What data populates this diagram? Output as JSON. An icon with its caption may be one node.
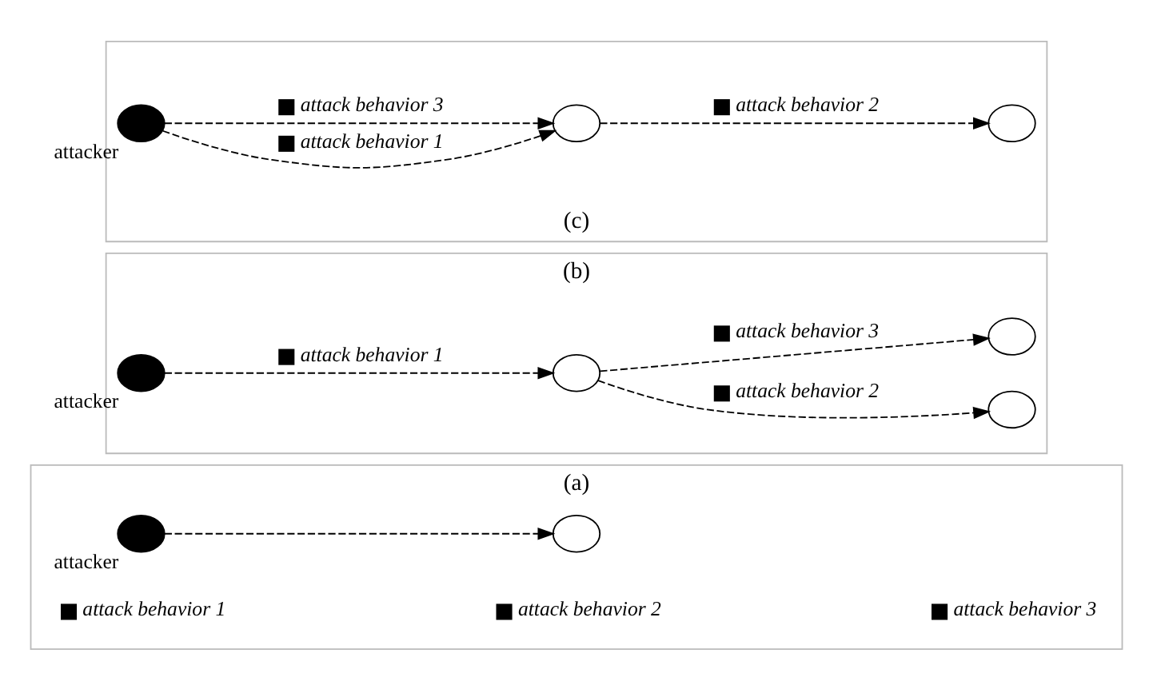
{
  "diagram": {
    "nodes": [
      {
        "text": [
          "(a)"
        ]
      },
      {
        "text": [],
        "shape": "circle",
        "in": 0,
        "beside": [
          "attacker"
        ]
      },
      {
        "text": [],
        "shape": "circle",
        "in": 0
      },
      {
        "text": [
          "(b)"
        ]
      },
      {
        "text": [],
        "shape": "circle",
        "in": 3,
        "beside": [
          "attacker"
        ]
      },
      {
        "text": [],
        "shape": "circle",
        "in": 3
      },
      {
        "text": [],
        "shape": "circle",
        "in": 3
      },
      {
        "text": [],
        "shape": "circle",
        "in": 3
      },
      {
        "text": [
          "(c)"
        ]
      },
      {
        "text": [],
        "shape": "circle",
        "in": 8,
        "beside": [
          "attacker"
        ]
      },
      {
        "text": [],
        "shape": "circle",
        "in": 8
      },
      {
        "text": [],
        "shape": "circle",
        "in": 8
      }
    ],
    "edges": [
      {
        "from": 1,
        "to": 2,
        "arrow": "to",
        "style": "dashed"
      },
      {
        "from": 4,
        "to": 5,
        "arrow": "to",
        "style": "dashed",
        "label": "attack behavior 1"
      },
      {
        "from": 5,
        "to": 6,
        "arrow": "to",
        "style": "dashed",
        "label": "attack behavior 2"
      },
      {
        "from": 5,
        "to": 7,
        "arrow": "to",
        "style": "dashed",
        "label": "attack behavior 3"
      },
      {
        "from": 9,
        "to": 10,
        "arrow": "to",
        "style": "dashed",
        "label": "attack behavior 1"
      },
      {
        "from": 9,
        "to": 10,
        "arrow": "to",
        "style": "dashed",
        "label": "attack behavior 3"
      },
      {
        "from": 10,
        "to": 11,
        "arrow": "to",
        "style": "dashed",
        "label": "attack behavior 2"
      }
    ],
    "labels": [
      "attack behavior 1",
      "attack behavior 2",
      "attack behavior 3"
    ]
  }
}
